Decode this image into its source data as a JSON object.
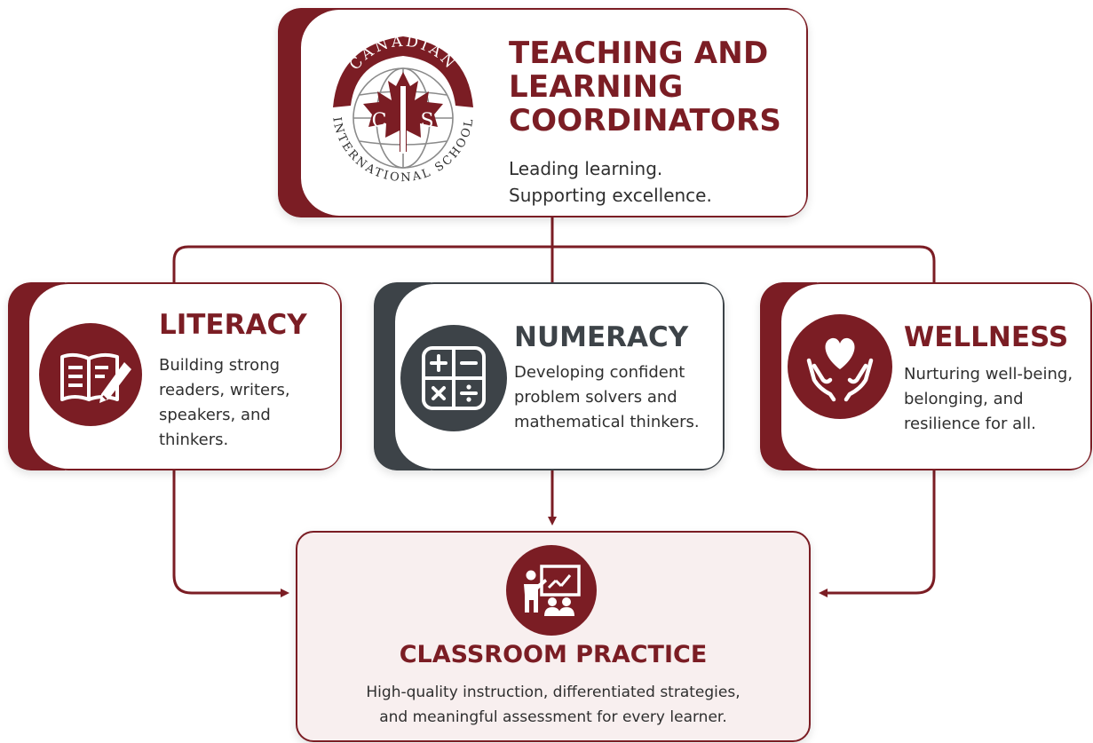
{
  "colors": {
    "maroon": "#7b1d24",
    "slate": "#3d4348",
    "cream": "#f8efef"
  },
  "coordinator": {
    "logo": {
      "arc_top": "CANADIAN",
      "arc_bottom": "INTERNATIONAL SCHOOL",
      "left_letter": "C",
      "right_letter": "S",
      "icon": "maple-leaf-globe-icon"
    },
    "title_lines": [
      "TEACHING AND",
      "LEARNING",
      "COORDINATORS"
    ],
    "tagline_lines": [
      "Leading learning.",
      "Supporting excellence."
    ]
  },
  "pillars": [
    {
      "title": "LITERACY",
      "icon": "book-pencil-icon",
      "desc_lines": [
        "Building strong",
        "readers, writers,",
        "speakers, and",
        "thinkers."
      ]
    },
    {
      "title": "NUMERACY",
      "icon": "calculator-operators-icon",
      "desc_lines": [
        "Developing confident",
        "problem solvers and",
        "mathematical thinkers."
      ]
    },
    {
      "title": "WELLNESS",
      "icon": "hands-heart-icon",
      "desc_lines": [
        "Nurturing well-being,",
        "belonging, and",
        "resilience for all."
      ]
    }
  ],
  "practice": {
    "title": "CLASSROOM PRACTICE",
    "icon": "teacher-classroom-icon",
    "desc_lines": [
      "High-quality instruction, differentiated strategies,",
      "and meaningful assessment for every learner."
    ]
  }
}
